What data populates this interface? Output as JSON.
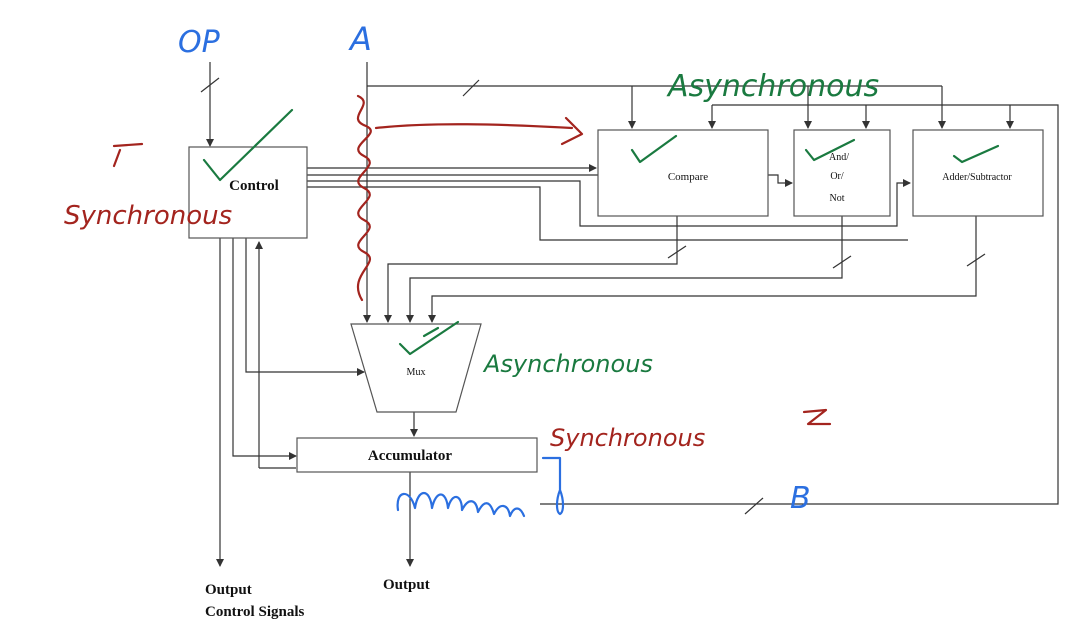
{
  "blocks": {
    "control": "Control",
    "compare": "Compare",
    "and_or_not": [
      "And/",
      "Or/",
      "Not"
    ],
    "adder_subtractor": "Adder/Subtractor",
    "mux": "Mux",
    "accumulator": "Accumulator"
  },
  "outputs": {
    "output": "Output",
    "control_signals_line1": "Output",
    "control_signals_line2": "Control Signals"
  },
  "handwritten": {
    "op": "OP",
    "a": "A",
    "b": "B",
    "asynchronous_top": "Asynchronous",
    "asynchronous_mux": "Asynchronous",
    "synchronous_left": "Synchronous",
    "synchronous_right": "Synchronous"
  },
  "colors": {
    "blue": "#2b6fe0",
    "green": "#1a7a40",
    "red": "#a3241e",
    "wire": "#333333"
  }
}
